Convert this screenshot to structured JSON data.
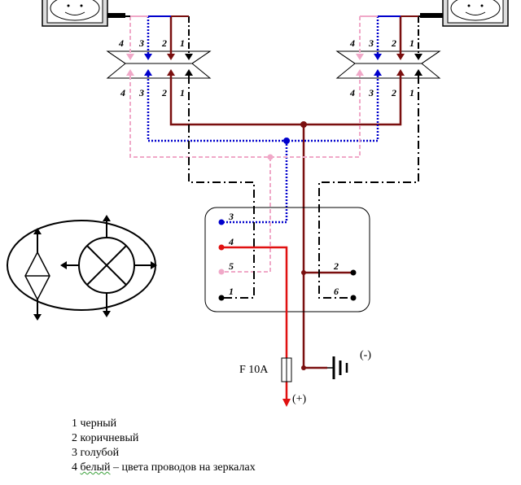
{
  "wires": {
    "left_top": [
      "4",
      "3",
      "2",
      "1"
    ],
    "left_bottom": [
      "4",
      "3",
      "2",
      "1"
    ],
    "right_top": [
      "4",
      "3",
      "2",
      "1"
    ],
    "right_bottom": [
      "4",
      "3",
      "2",
      "1"
    ]
  },
  "switch_pins": {
    "p3": "3",
    "p4": "4",
    "p5": "5",
    "p1": "1",
    "p2": "2",
    "p6": "6"
  },
  "fuse_label": "F 10A",
  "positive_label": "(+)",
  "negative_label": "(-)",
  "legend": {
    "black": "1 черный",
    "brown": "2 коричневый",
    "blue": "3 голубой",
    "white_prefix": "4 ",
    "white_word": "белый",
    "white_suffix": " – цвета проводов на зеркалах"
  },
  "colors": {
    "black": "#000000",
    "brown": "#7a0f0f",
    "blue": "#0000cc",
    "pink": "#f0a8c8",
    "red": "#e01010"
  }
}
